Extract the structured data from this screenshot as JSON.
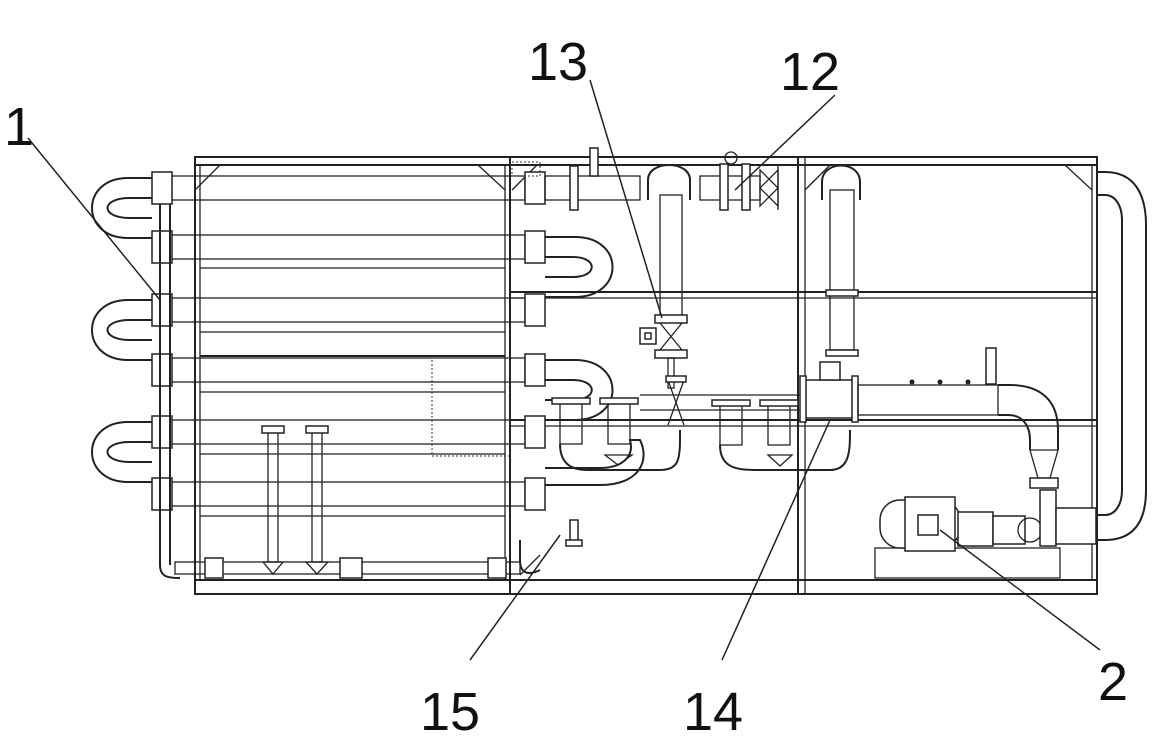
{
  "diagram": {
    "callouts": [
      {
        "id": "1",
        "text": "1"
      },
      {
        "id": "13",
        "text": "13"
      },
      {
        "id": "12",
        "text": "12"
      },
      {
        "id": "15",
        "text": "15"
      },
      {
        "id": "14",
        "text": "14"
      },
      {
        "id": "2",
        "text": "2"
      }
    ],
    "colors": {
      "line": "#222222",
      "background": "#ffffff"
    }
  }
}
